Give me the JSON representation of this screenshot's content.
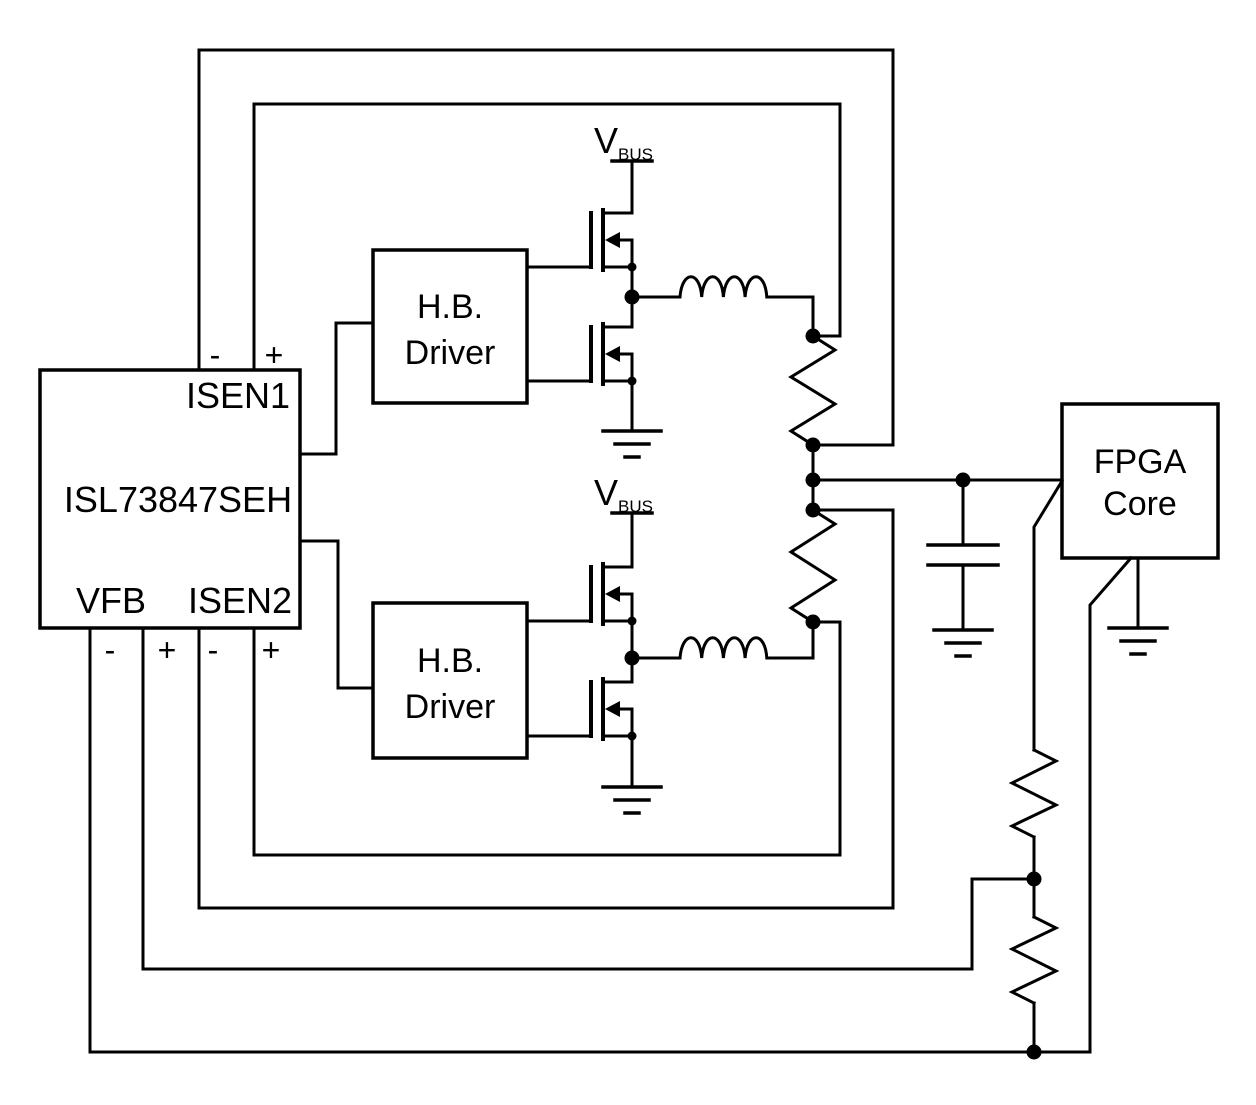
{
  "diagram": {
    "ic": {
      "part": "ISL73847SEH",
      "pins": {
        "isen1": "ISEN1",
        "vfb": "VFB",
        "isen2": "ISEN2"
      }
    },
    "driver": {
      "line1": "H.B.",
      "line2": "Driver"
    },
    "fpga": {
      "line1": "FPGA",
      "line2": "Core"
    },
    "vbus": {
      "base": "V",
      "sub": "BUS"
    },
    "polarity": {
      "minus": "-",
      "plus": "+"
    }
  },
  "colors": {
    "wire": "#000000",
    "text": "#000000",
    "background": "#ffffff"
  }
}
